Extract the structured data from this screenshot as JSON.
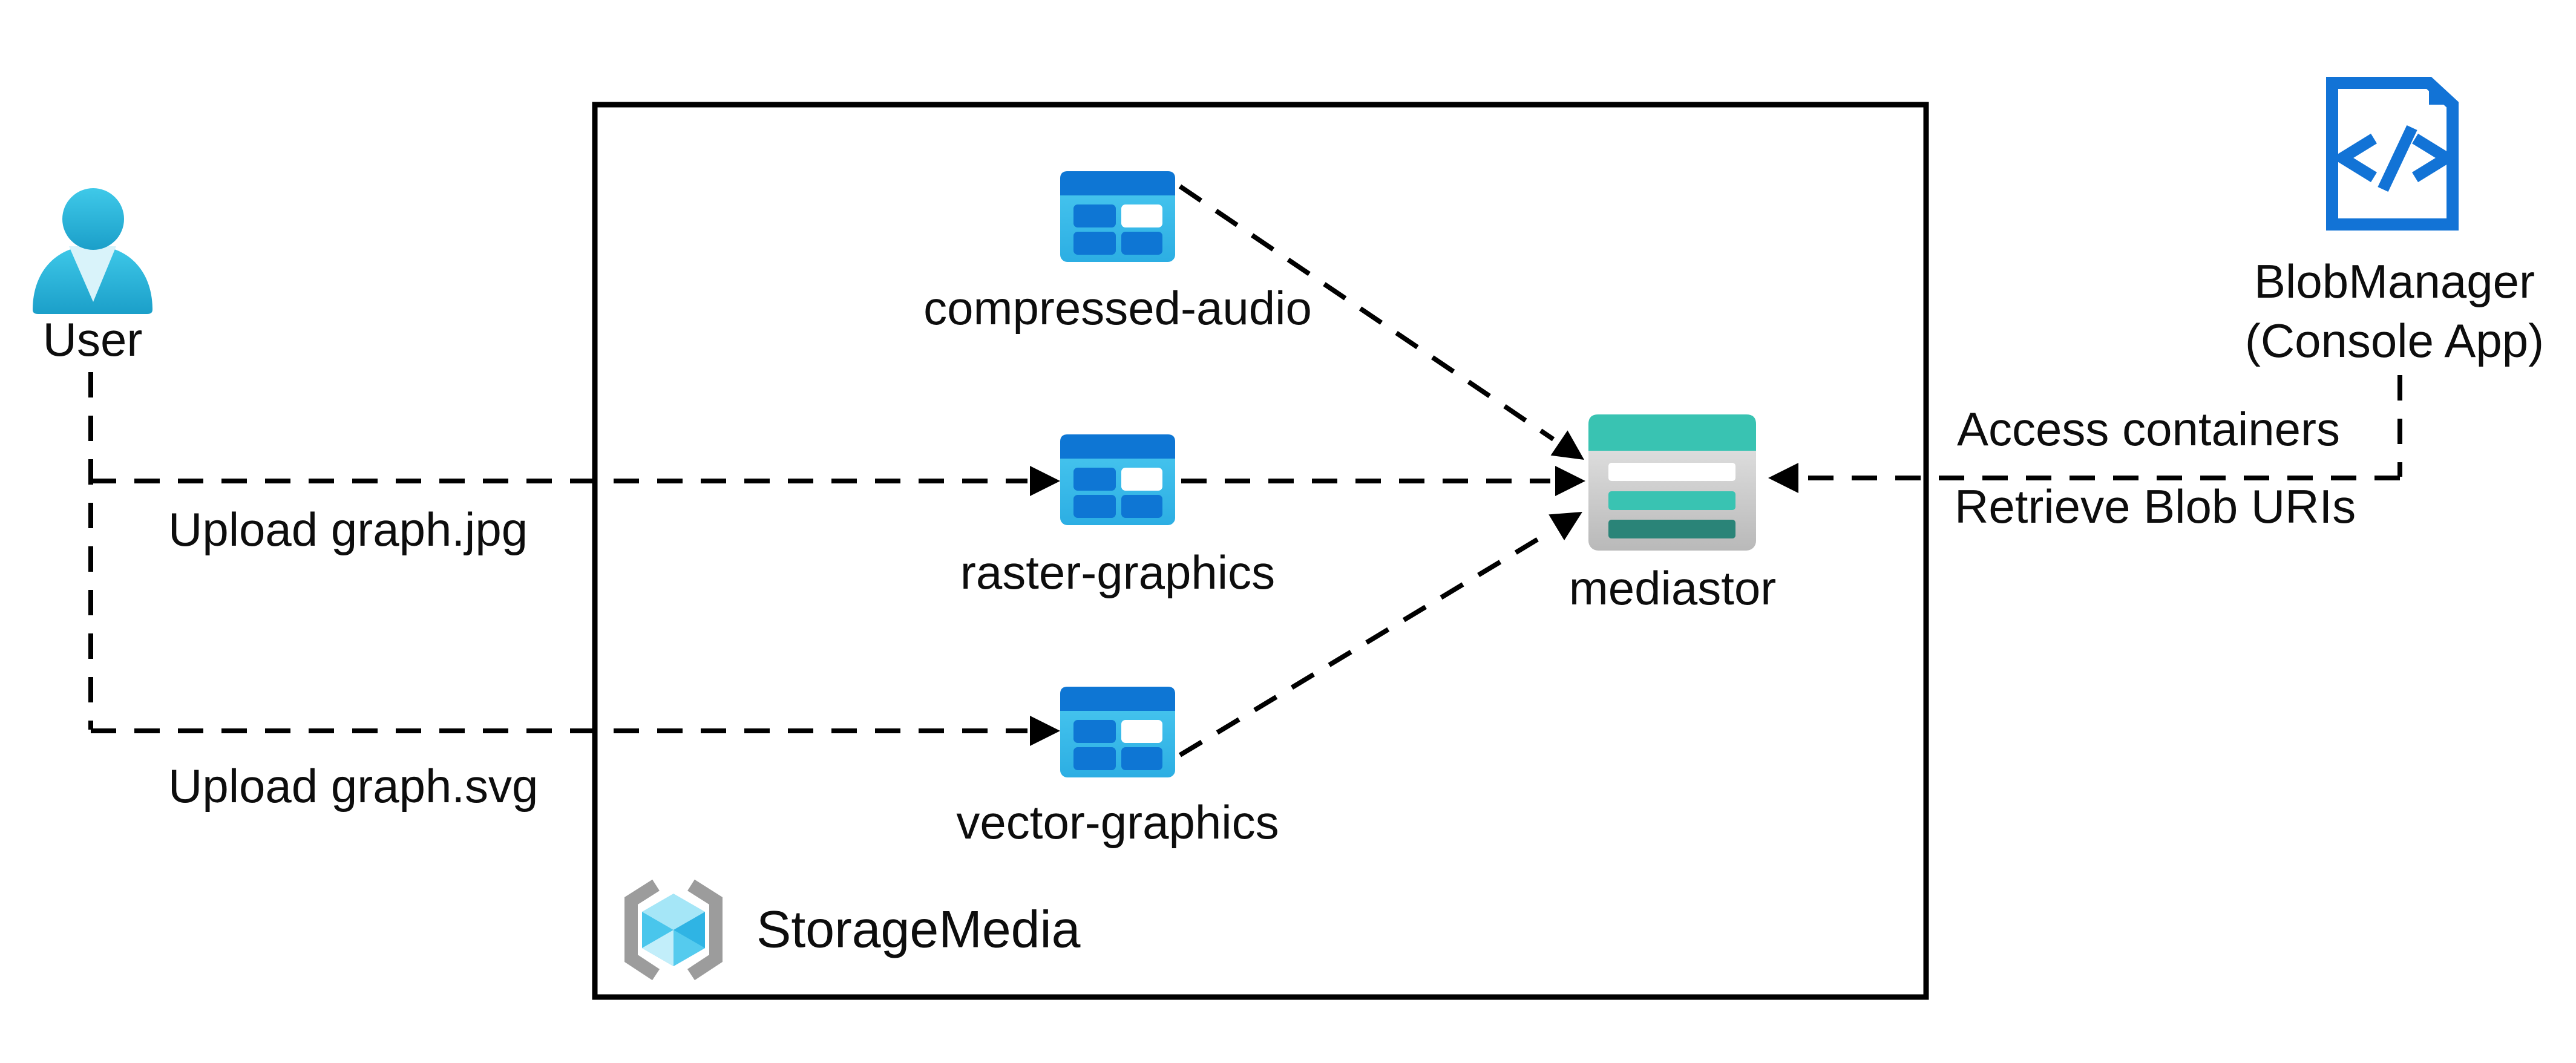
{
  "diagram": {
    "title_hint": "Azure Blob Storage architecture diagram",
    "user": {
      "label": "User",
      "icon": "person-icon"
    },
    "group": {
      "label": "StorageMedia",
      "icon": "resource-group-brackets-cube-icon"
    },
    "containers": [
      {
        "label": "compressed-audio",
        "icon": "blob-container-icon"
      },
      {
        "label": "raster-graphics",
        "icon": "blob-container-icon"
      },
      {
        "label": "vector-graphics",
        "icon": "blob-container-icon"
      }
    ],
    "storage_account": {
      "label": "mediastor",
      "icon": "storage-account-icon"
    },
    "client": {
      "name": "BlobManager",
      "subtitle": "(Console App)",
      "icon": "code-file-icon"
    },
    "flows": {
      "upload_jpg": {
        "label": "Upload graph.jpg",
        "from": "User",
        "to": "raster-graphics",
        "style": "dashed-arrow"
      },
      "upload_svg": {
        "label": "Upload graph.svg",
        "from": "User",
        "to": "vector-graphics",
        "style": "dashed-arrow"
      },
      "access_containers": {
        "label": "Access containers",
        "from": "BlobManager",
        "to": "mediastor",
        "style": "dashed-arrow"
      },
      "retrieve_blob_uris": {
        "label": "Retrieve Blob URIs",
        "from": "BlobManager",
        "to": "mediastor",
        "style": "dashed-arrow"
      },
      "container_links": [
        {
          "from": "compressed-audio",
          "to": "mediastor",
          "style": "dashed-arrow"
        },
        {
          "from": "raster-graphics",
          "to": "mediastor",
          "style": "dashed-arrow"
        },
        {
          "from": "vector-graphics",
          "to": "mediastor",
          "style": "dashed-arrow"
        }
      ]
    },
    "colors": {
      "container_header_blue": "#0e76d4",
      "container_body_cyan_top": "#4bc9f0",
      "container_body_cyan_bottom": "#2caee3",
      "storage_teal": "#39c3b2",
      "storage_teal_dark": "#2a8478",
      "storage_body_gray_top": "#e9e9e9",
      "storage_body_gray_bottom": "#b9b9b9",
      "doc_blue": "#1273d6",
      "user_cyan_top": "#3fc9e9",
      "user_cyan_bottom": "#1b9fc9",
      "user_collar": "#d9f3fa",
      "bracket_gray": "#9c9c9c",
      "cube_top": "#a5e6f7",
      "cube_left": "#49c6ec",
      "cube_right": "#2fb4e4",
      "cube_bottom_left": "#c2eefa",
      "cube_bottom_right": "#55cbee",
      "line_black": "#000000",
      "background": "#ffffff"
    }
  }
}
